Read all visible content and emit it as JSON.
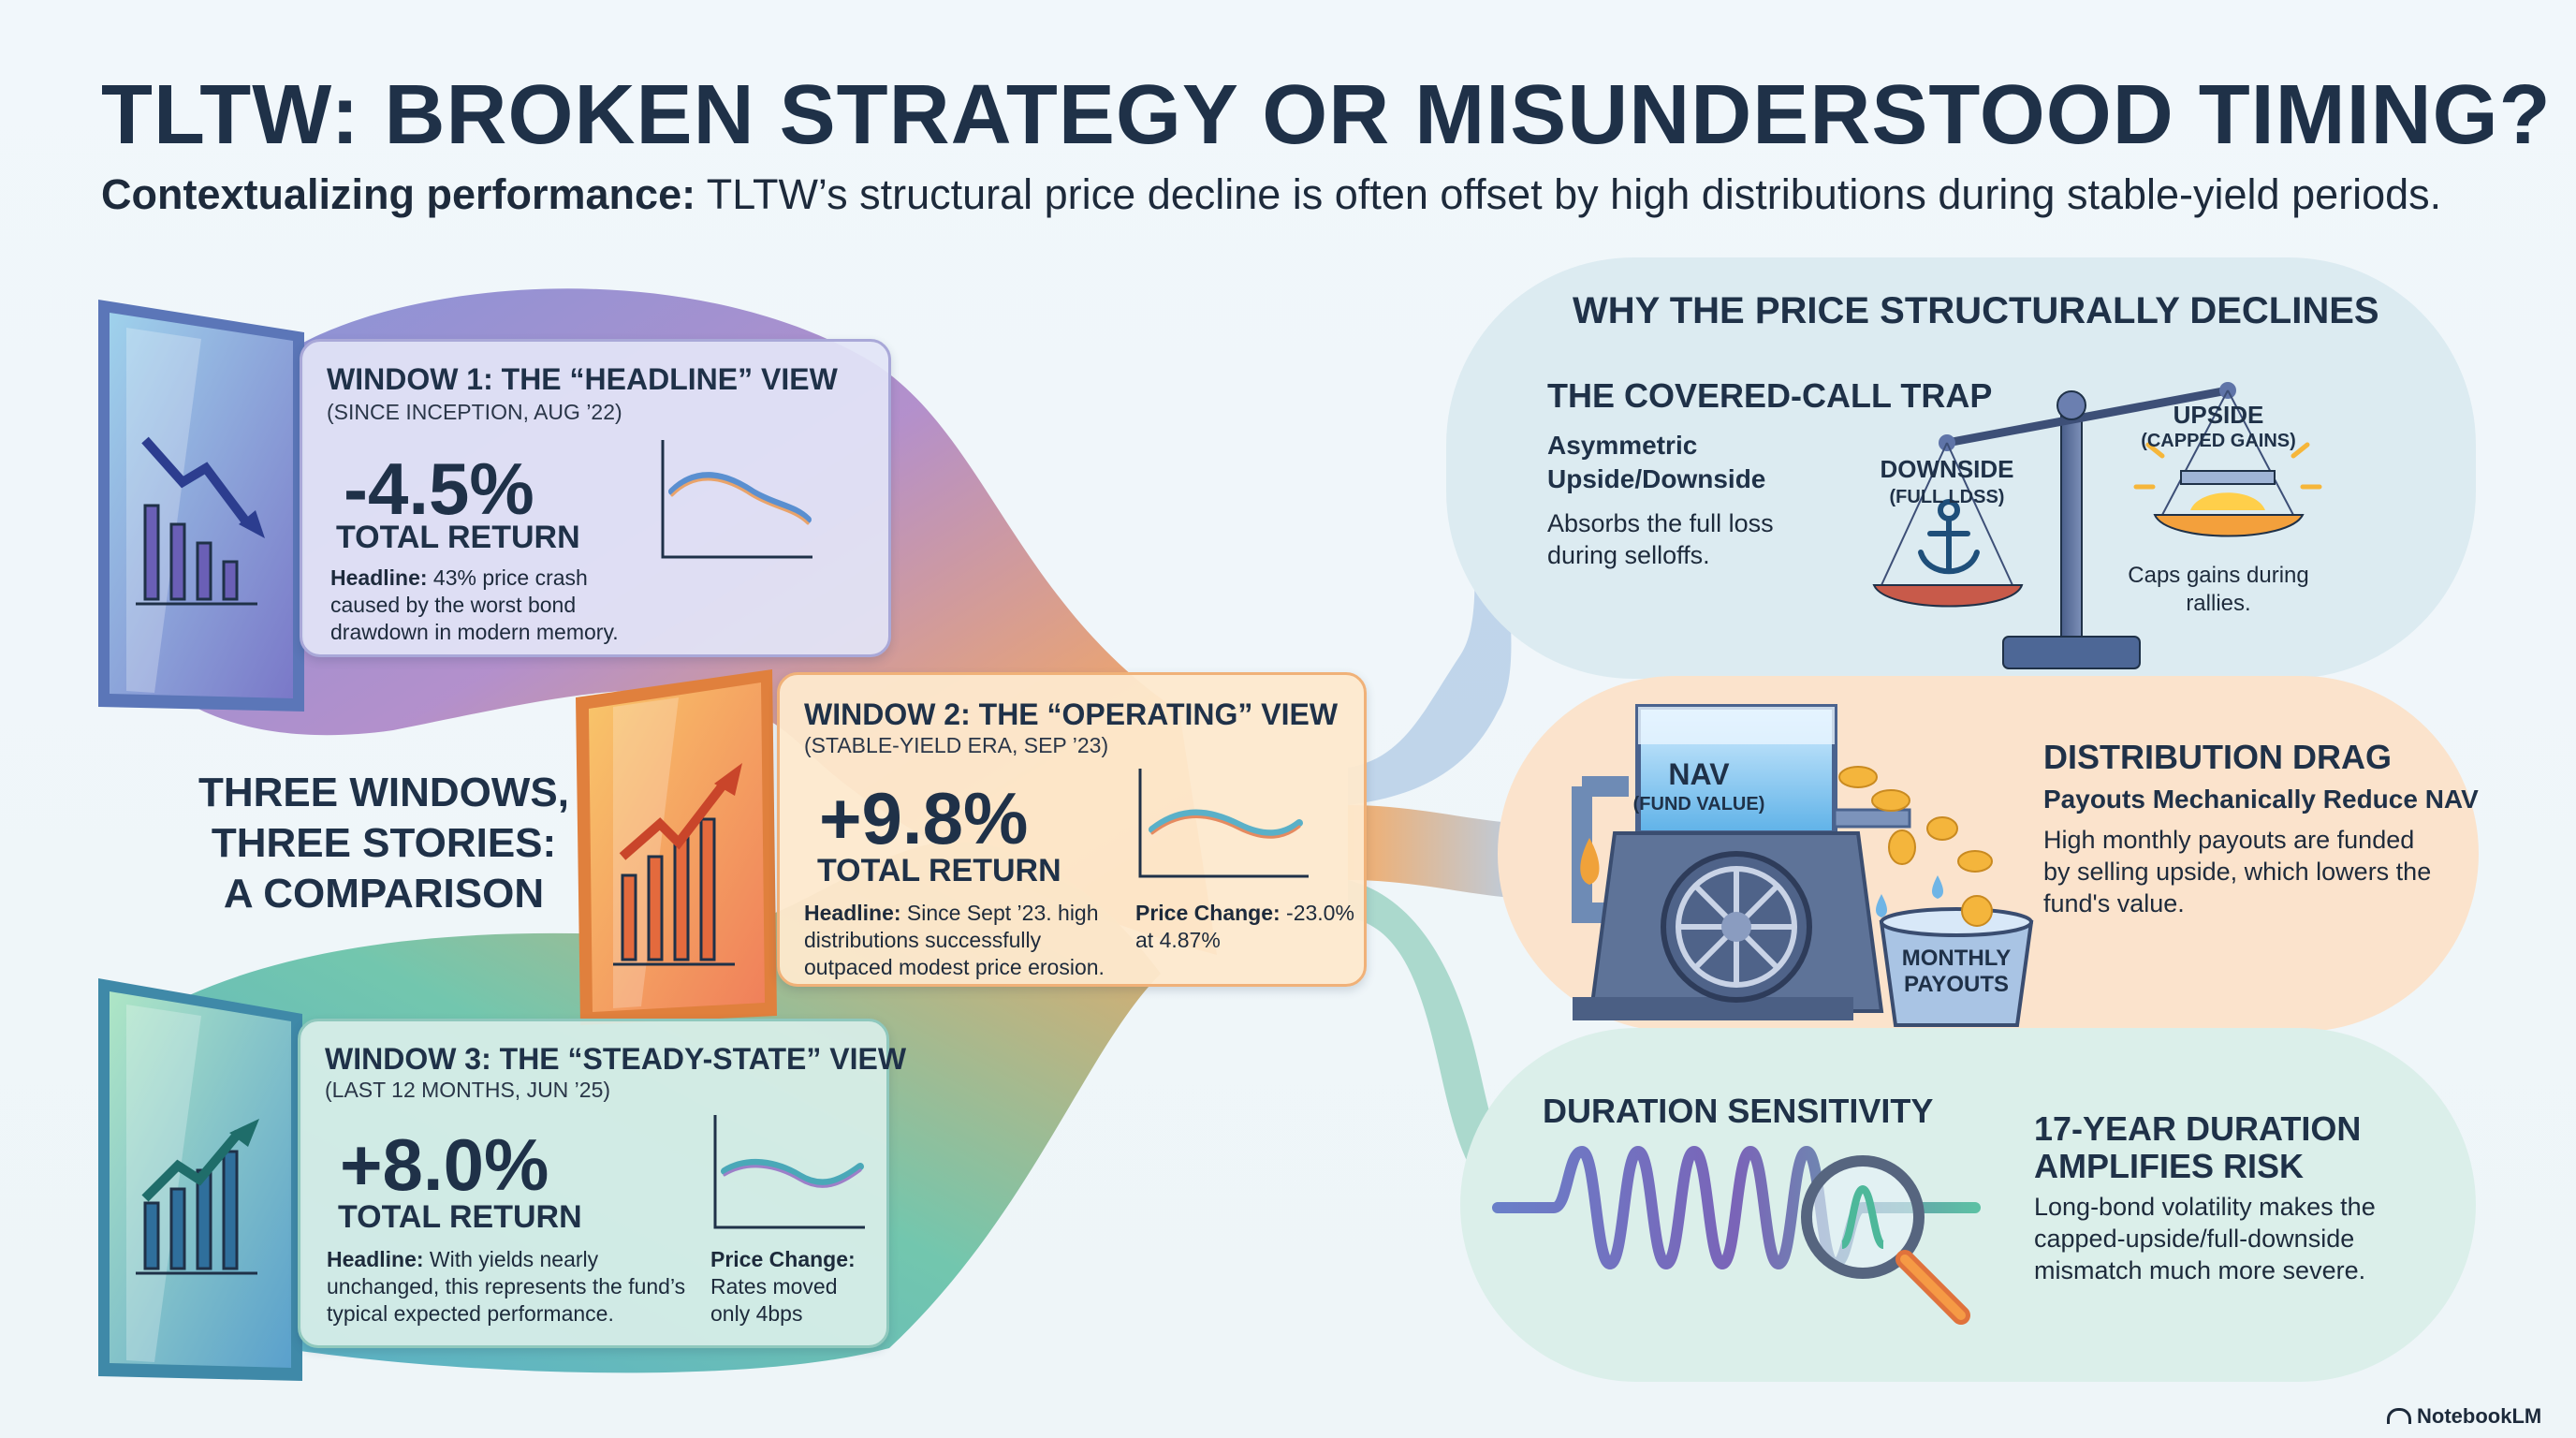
{
  "header": {
    "title": "TLTW: BROKEN STRATEGY OR MISUNDERSTOOD TIMING?",
    "subtitle_lead": "Contextualizing performance:",
    "subtitle_rest": "TLTW’s structural price decline is often offset by high distributions during stable-yield periods."
  },
  "center_label": [
    "THREE WINDOWS,",
    "THREE STORIES:",
    "A COMPARISON"
  ],
  "windows": [
    {
      "title": "WINDOW 1: THE “HEADLINE” VIEW",
      "subtitle": "(SINCE INCEPTION, AUG ’22)",
      "value": "-4.5%",
      "value_label": "TOTAL RETURN",
      "headline_label": "Headline:",
      "headline_text": "43% price crash caused by the worst bond drawdown in modern memory."
    },
    {
      "title": "WINDOW 2: THE “OPERATING” VIEW",
      "subtitle": "(STABLE-YIELD ERA, SEP ’23)",
      "value": "+9.8%",
      "value_label": "TOTAL RETURN",
      "headline_label": "Headline:",
      "headline_text": "Since Sept ’23. high distributions successfully outpaced modest price erosion.",
      "price_label": "Price Change:",
      "price_text": "-23.0% at 4.87%"
    },
    {
      "title": "WINDOW 3: THE “STEADY-STATE” VIEW",
      "subtitle": "(LAST 12 MONTHS, JUN ’25)",
      "value": "+8.0%",
      "value_label": "TOTAL RETURN",
      "headline_label": "Headline:",
      "headline_text": "With yields nearly unchanged, this represents the fund’s typical expected performance.",
      "price_label": "Price Change:",
      "price_text": "Rates moved only 4bps"
    }
  ],
  "right": {
    "heading": "WHY THE PRICE STRUCTURALLY DECLINES",
    "trap": {
      "title": "THE COVERED-CALL TRAP",
      "sub": "Asymmetric Upside/Downside",
      "text": "Absorbs the full loss during selloffs.",
      "downside": "DOWNSIDE",
      "downside_sub": "(FULL LDSS)",
      "upside": "UPSIDE",
      "upside_sub": "(CAPPED GAINS)",
      "caps_note": "Caps gains during rallies."
    },
    "drag": {
      "title": "DISTRIBUTION DRAG",
      "sub": "Payouts Mechanically Reduce NAV",
      "text": "High monthly payouts are funded by selling upside, which lowers the fund's value.",
      "nav": "NAV",
      "nav_sub": "(FUND VALUE)",
      "bucket": "MONTHLY PAYOUTS"
    },
    "duration": {
      "title": "DURATION SENSITIVITY",
      "sub": "17-YEAR DURATION AMPLIFIES RISK",
      "text": "Long-bond volatility makes the capped-upside/full-downside mismatch much more severe."
    }
  },
  "brand": "NotebookLM",
  "colors": {
    "accent_purple": "#8b78c9",
    "accent_orange": "#f39a4a",
    "accent_teal": "#55b7a8",
    "title": "#1f3148"
  }
}
